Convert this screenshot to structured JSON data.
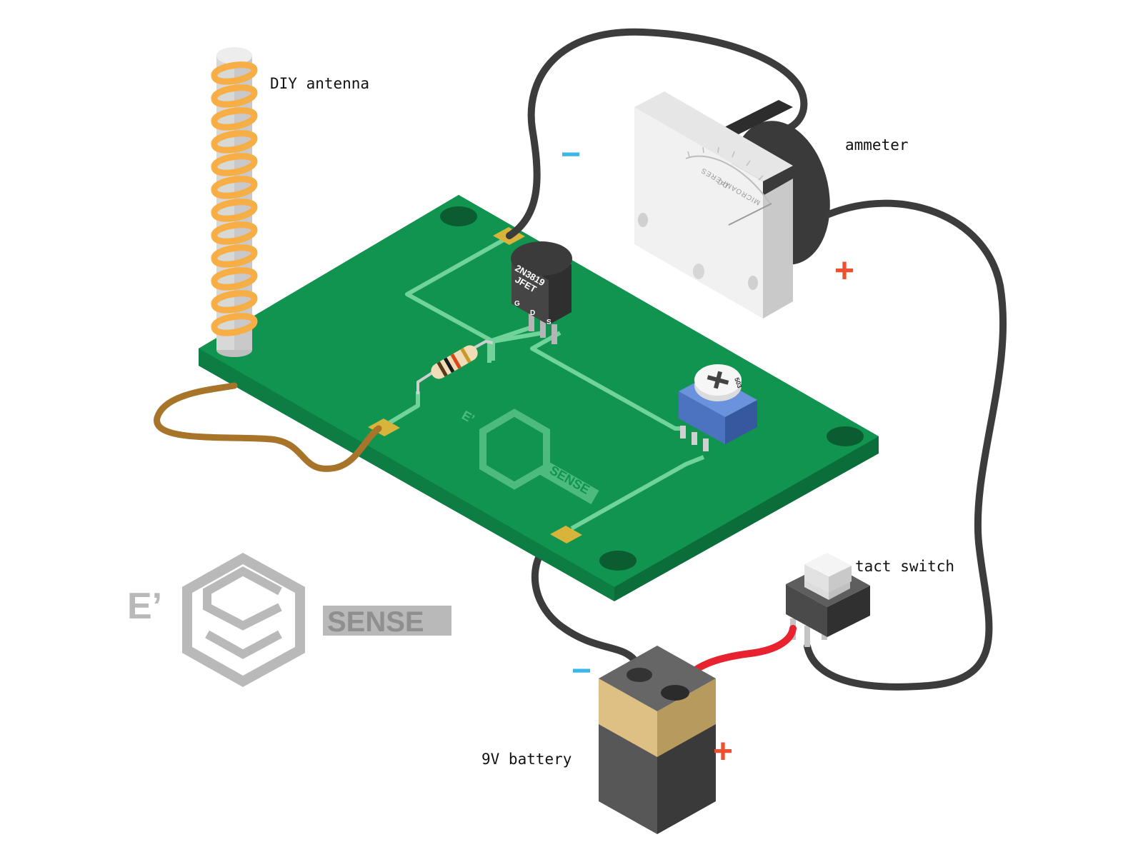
{
  "labels": {
    "antenna": "DIY antenna",
    "ammeter": "ammeter",
    "tact_switch": "tact switch",
    "battery": "9V battery"
  },
  "components": {
    "jfet_line1": "2N3819",
    "jfet_line2": "JFET",
    "jfet_pin_g": "G",
    "jfet_pin_d": "D",
    "jfet_pin_s": "S",
    "meter_line1": "DC",
    "meter_line2": "MICROAMPERES",
    "pot_value": "503"
  },
  "polarity": {
    "minus": "−",
    "plus": "+"
  },
  "logo": {
    "prefix": "E’",
    "name": "SENSE"
  },
  "colors": {
    "board": "#10944f",
    "board_edge": "#0b6e3a",
    "trace": "#6fd39a",
    "pad": "#d8b43a",
    "wire_dark": "#3c3c3c",
    "wire_red": "#e8222f",
    "wire_brown": "#a8742a",
    "coil": "#f7ae45",
    "minus": "#3ab7e6",
    "plus": "#ef5030",
    "logo_gray": "#b9b9b9"
  }
}
